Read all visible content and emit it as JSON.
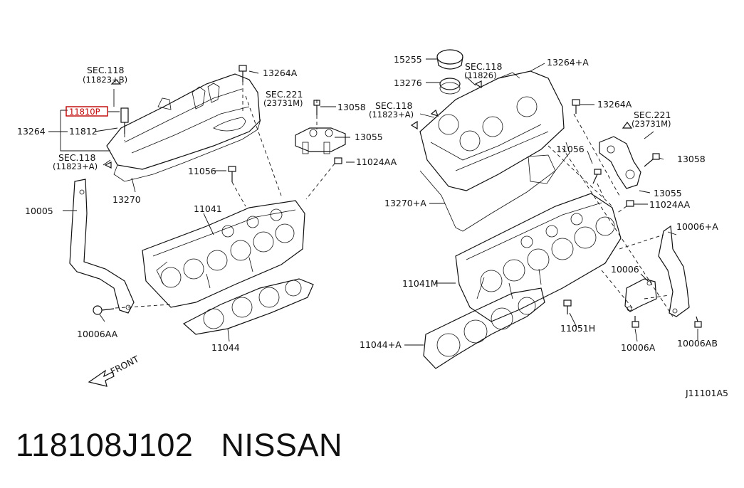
{
  "callouts_left": {
    "sec118_b_1": "SEC.118",
    "sec118_b_2": "(11823+B)",
    "p11810p": "11810P",
    "p13264": "13264",
    "p11812": "11812",
    "sec118_a_1": "SEC.118",
    "sec118_a_2": "(11823+A)",
    "p13270": "13270",
    "p13264a": "13264A",
    "sec221_1": "SEC.221",
    "sec221_2": "(23731M)",
    "p13058": "13058",
    "p13055": "13055",
    "p11024aa": "11024AA",
    "p11056": "11056",
    "p10005": "10005",
    "p11041": "11041",
    "p10006aa": "10006AA",
    "p11044": "11044",
    "front": "FRONT"
  },
  "callouts_right": {
    "p15255": "15255",
    "sec118_1": "SEC.118",
    "sec118_2": "(11826)",
    "p13264a_plus": "13264+A",
    "p13276": "13276",
    "sec118a_1": "SEC.118",
    "sec118a_2": "(11823+A)",
    "p13264a": "13264A",
    "sec221_1": "SEC.221",
    "sec221_2": "(23731M)",
    "p11056": "11056",
    "p13058": "13058",
    "p13055": "13055",
    "p11024aa": "11024AA",
    "p13270a": "13270+A",
    "p10006a": "10006+A",
    "p10006": "10006",
    "p11041m": "11041M",
    "p11051h": "11051H",
    "p11044a": "11044+A",
    "p10006a_bottom": "10006A",
    "p10006ab": "10006AB"
  },
  "diagram_code": "J11101A5",
  "caption": {
    "part_number": "118108J102",
    "brand": "NISSAN"
  },
  "colors": {
    "highlight_box": "#c00000",
    "ink": "#111111"
  }
}
